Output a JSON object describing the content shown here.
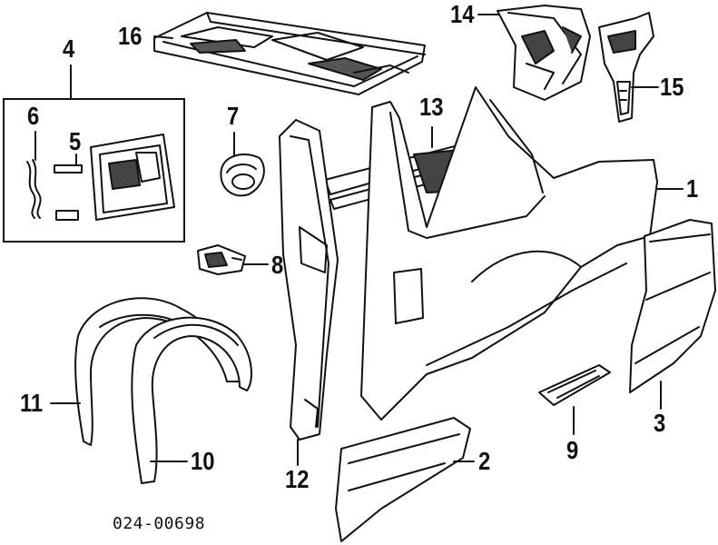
{
  "callouts": {
    "c1": "1",
    "c2": "2",
    "c3": "3",
    "c4": "4",
    "c5": "5",
    "c6": "6",
    "c7": "7",
    "c8": "8",
    "c9": "9",
    "c10": "10",
    "c11": "11",
    "c12": "12",
    "c13": "13",
    "c14": "14",
    "c15": "15",
    "c16": "16"
  },
  "diagram_code": "024-00698",
  "colors": {
    "ink": "#111111",
    "paper": "#ffffff"
  }
}
